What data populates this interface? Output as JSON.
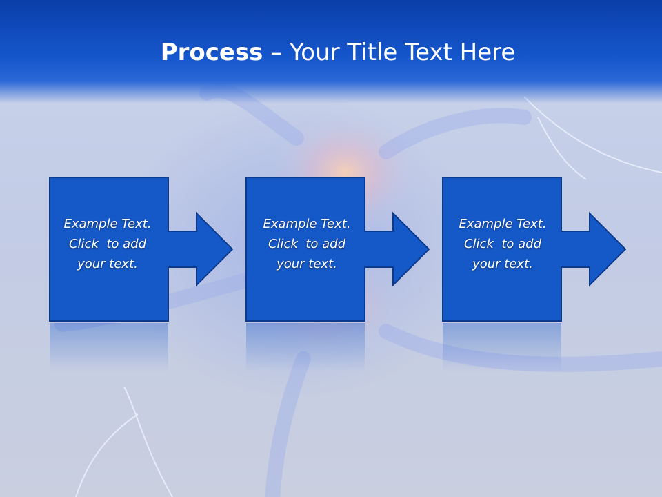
{
  "title": {
    "bold": "Process",
    "rest": " – Your Title Text Here"
  },
  "steps": [
    {
      "lines": [
        "Example Text.",
        "Click  to add",
        "your text."
      ]
    },
    {
      "lines": [
        "Example Text.",
        "Click  to add",
        "your text."
      ]
    },
    {
      "lines": [
        "Example Text.",
        "Click  to add",
        "your text."
      ]
    }
  ],
  "colors": {
    "header": "#1556cc",
    "box_fill": "#1558c8",
    "box_border": "#0b3a8c",
    "text": "#ffffff"
  },
  "icons": {
    "background": "neuron-illustration",
    "connector": "right-arrow"
  }
}
